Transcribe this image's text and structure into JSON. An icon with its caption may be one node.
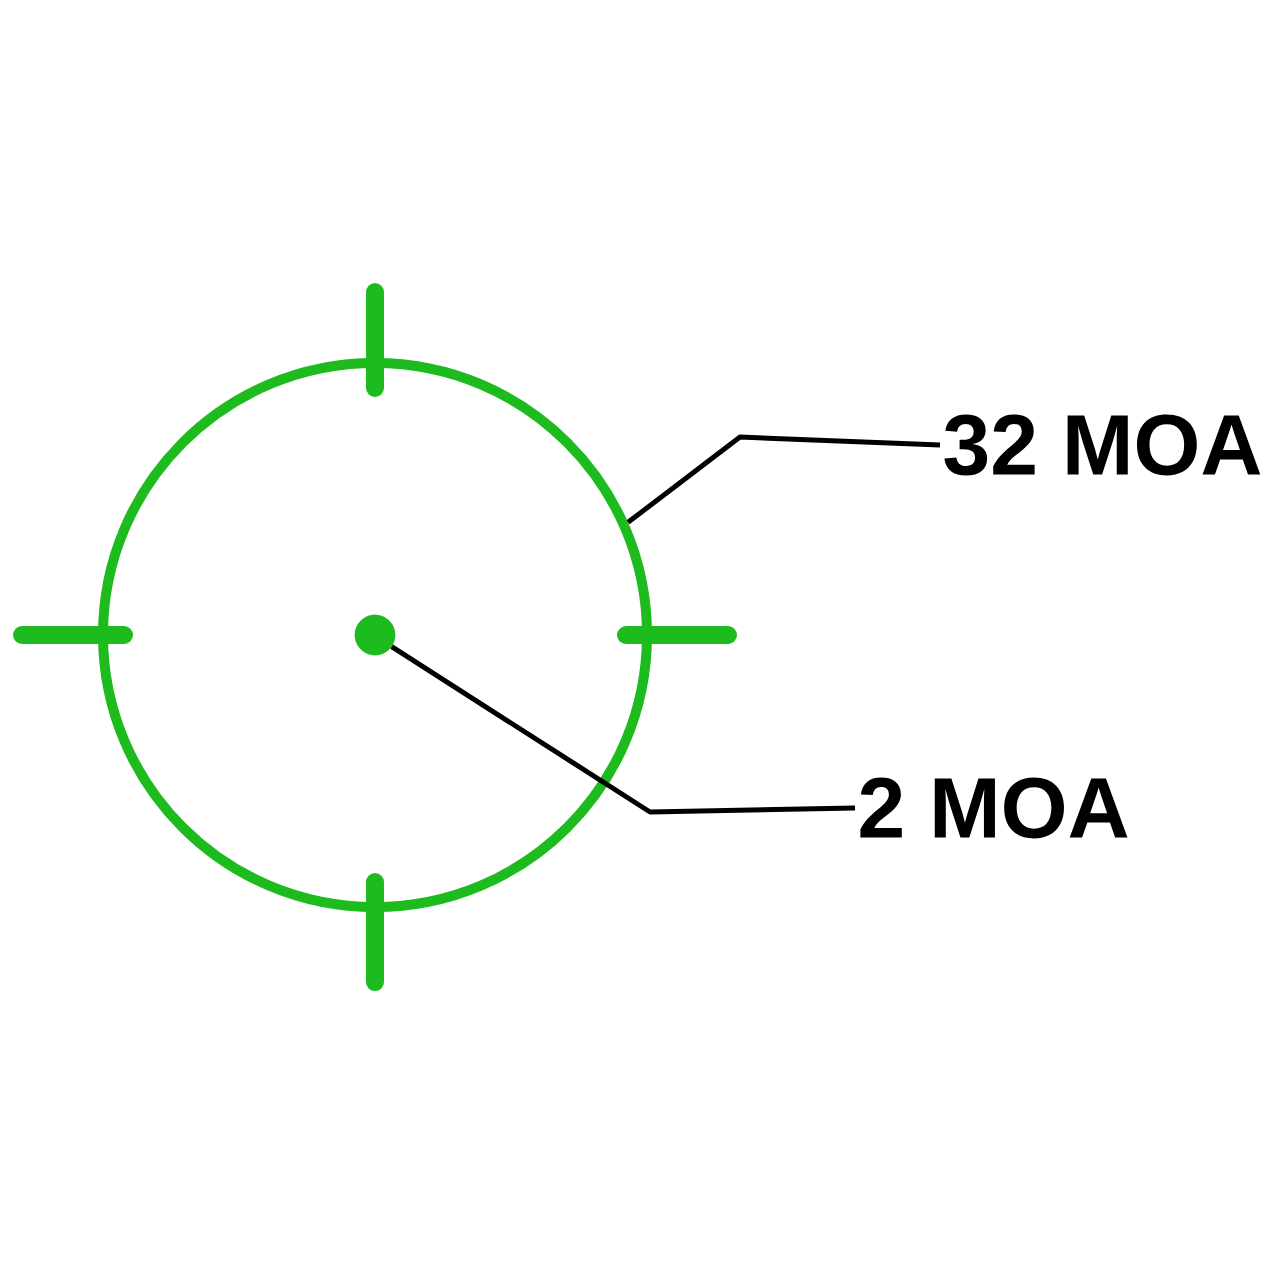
{
  "diagram": {
    "nodes": [
      {
        "text": [],
        "shape": "circle"
      },
      {
        "text": [],
        "shape": "circle",
        "in": 0
      },
      {
        "text": [
          "32 MOA"
        ]
      },
      {
        "text": [
          "2 MOA"
        ]
      }
    ],
    "edges": [
      {
        "from": 2,
        "to": 0,
        "arrow": "none"
      },
      {
        "from": 3,
        "to": 1,
        "arrow": "none"
      }
    ]
  }
}
